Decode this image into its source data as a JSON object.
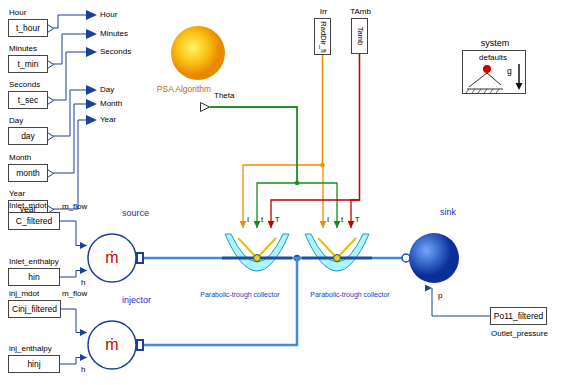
{
  "diagram": {
    "nodes": [
      {
        "text": [
          "Hour",
          "t_hour"
        ]
      },
      {
        "text": [
          "Minutes",
          "t_min"
        ]
      },
      {
        "text": [
          "Seconds",
          "t_sec"
        ]
      },
      {
        "text": [
          "Day",
          "day"
        ]
      },
      {
        "text": [
          "Month",
          "month"
        ]
      },
      {
        "text": [
          "Year",
          "year"
        ]
      },
      {
        "text": [
          "Hour"
        ]
      },
      {
        "text": [
          "Minutes"
        ]
      },
      {
        "text": [
          "Seconds"
        ]
      },
      {
        "text": [
          "Day"
        ]
      },
      {
        "text": [
          "Month"
        ]
      },
      {
        "text": [
          "Year"
        ]
      },
      {
        "text": [
          "PSA Algorithm"
        ]
      },
      {
        "text": [
          "Theta"
        ]
      },
      {
        "text": [
          "Irr",
          "RadDir_fi"
        ]
      },
      {
        "text": [
          "TAmb",
          "Tamb"
        ]
      },
      {
        "text": [
          "system",
          "defaults",
          "g"
        ]
      },
      {
        "text": [
          "Inlet_mdot",
          "C_filtered"
        ]
      },
      {
        "text": [
          "Inlet_enthalpy",
          "hin"
        ]
      },
      {
        "text": [
          "source",
          "m_flow",
          "h",
          "ṁ"
        ]
      },
      {
        "text": [
          "Parabolic-trough collector",
          "I",
          "t",
          "T"
        ]
      },
      {
        "text": [
          "Parabolic-trough collector",
          "I",
          "t",
          "T"
        ]
      },
      {
        "text": [
          "sink",
          "p"
        ]
      },
      {
        "text": [
          "Outlet_pressure",
          "Po11_filtered"
        ]
      },
      {
        "text": [
          "inj_mdot",
          "Cinj_filtered"
        ]
      },
      {
        "text": [
          "inj_enthalpy",
          "hinj"
        ]
      },
      {
        "text": [
          "injector",
          "m_flow",
          "h",
          "ṁ"
        ]
      }
    ],
    "edges": [
      {
        "from": 0,
        "to": 6,
        "arrow": "none"
      },
      {
        "from": 1,
        "to": 7,
        "arrow": "none"
      },
      {
        "from": 2,
        "to": 8,
        "arrow": "none"
      },
      {
        "from": 3,
        "to": 9,
        "arrow": "none"
      },
      {
        "from": 4,
        "to": 10,
        "arrow": "none"
      },
      {
        "from": 5,
        "to": 11,
        "arrow": "none"
      },
      {
        "from": 14,
        "to": 20,
        "arrow": "to"
      },
      {
        "from": 14,
        "to": 21,
        "arrow": "to"
      },
      {
        "from": 13,
        "to": 20,
        "arrow": "to"
      },
      {
        "from": 13,
        "to": 21,
        "arrow": "to"
      },
      {
        "from": 15,
        "to": 20,
        "arrow": "to"
      },
      {
        "from": 15,
        "to": 21,
        "arrow": "to"
      },
      {
        "from": 17,
        "to": 19,
        "arrow": "to"
      },
      {
        "from": 18,
        "to": 19,
        "arrow": "to"
      },
      {
        "from": 19,
        "to": 20,
        "arrow": "none"
      },
      {
        "from": 20,
        "to": 21,
        "arrow": "none"
      },
      {
        "from": 21,
        "to": 22,
        "arrow": "none"
      },
      {
        "from": 23,
        "to": 22,
        "arrow": "to"
      },
      {
        "from": 24,
        "to": 26,
        "arrow": "to"
      },
      {
        "from": 25,
        "to": 26,
        "arrow": "to"
      },
      {
        "from": 26,
        "to": 21,
        "arrow": "none"
      }
    ]
  }
}
